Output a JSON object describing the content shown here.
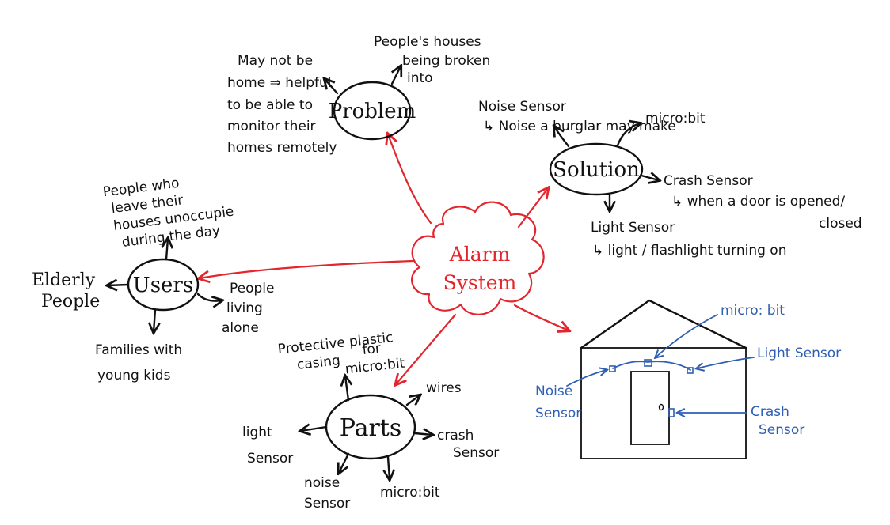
{
  "colors": {
    "ink": "#111111",
    "accent_red": "#e3262d",
    "accent_blue": "#2f5fb3"
  },
  "center": {
    "line1": "Alarm",
    "line2": "System"
  },
  "problem": {
    "label": "Problem",
    "note1": [
      "May not be",
      "home ⇒ helpful",
      "to be able to",
      "monitor their",
      "homes remotely"
    ],
    "note2": [
      "People's houses",
      "being broken",
      "into"
    ]
  },
  "solution": {
    "label": "Solution",
    "noise": [
      "Noise Sensor",
      "↳ Noise a burglar may make"
    ],
    "microbit": "micro:bit",
    "crash": [
      "Crash Sensor",
      "↳ when a door is opened/",
      "closed"
    ],
    "light": [
      "Light Sensor",
      "↳ light / flashlight turning on"
    ]
  },
  "users": {
    "label": "Users",
    "top": [
      "People who",
      "leave their",
      "houses unoccupie",
      "during the day"
    ],
    "left": [
      "Elderly",
      "People"
    ],
    "right": [
      "People",
      "living",
      "alone"
    ],
    "bottom": [
      "Families with",
      "young kids"
    ]
  },
  "parts": {
    "label": "Parts",
    "casing": [
      "Protective plastic",
      "casing",
      "for",
      "micro:bit"
    ],
    "wires": "wires",
    "crash": [
      "crash",
      "Sensor"
    ],
    "light": [
      "light",
      "Sensor"
    ],
    "noise": [
      "noise",
      "Sensor"
    ],
    "microbit": "micro:bit"
  },
  "house": {
    "microbit": "micro: bit",
    "light": "Light Sensor",
    "noise": [
      "Noise",
      "Sensor"
    ],
    "crash": [
      "Crash",
      "Sensor"
    ]
  }
}
